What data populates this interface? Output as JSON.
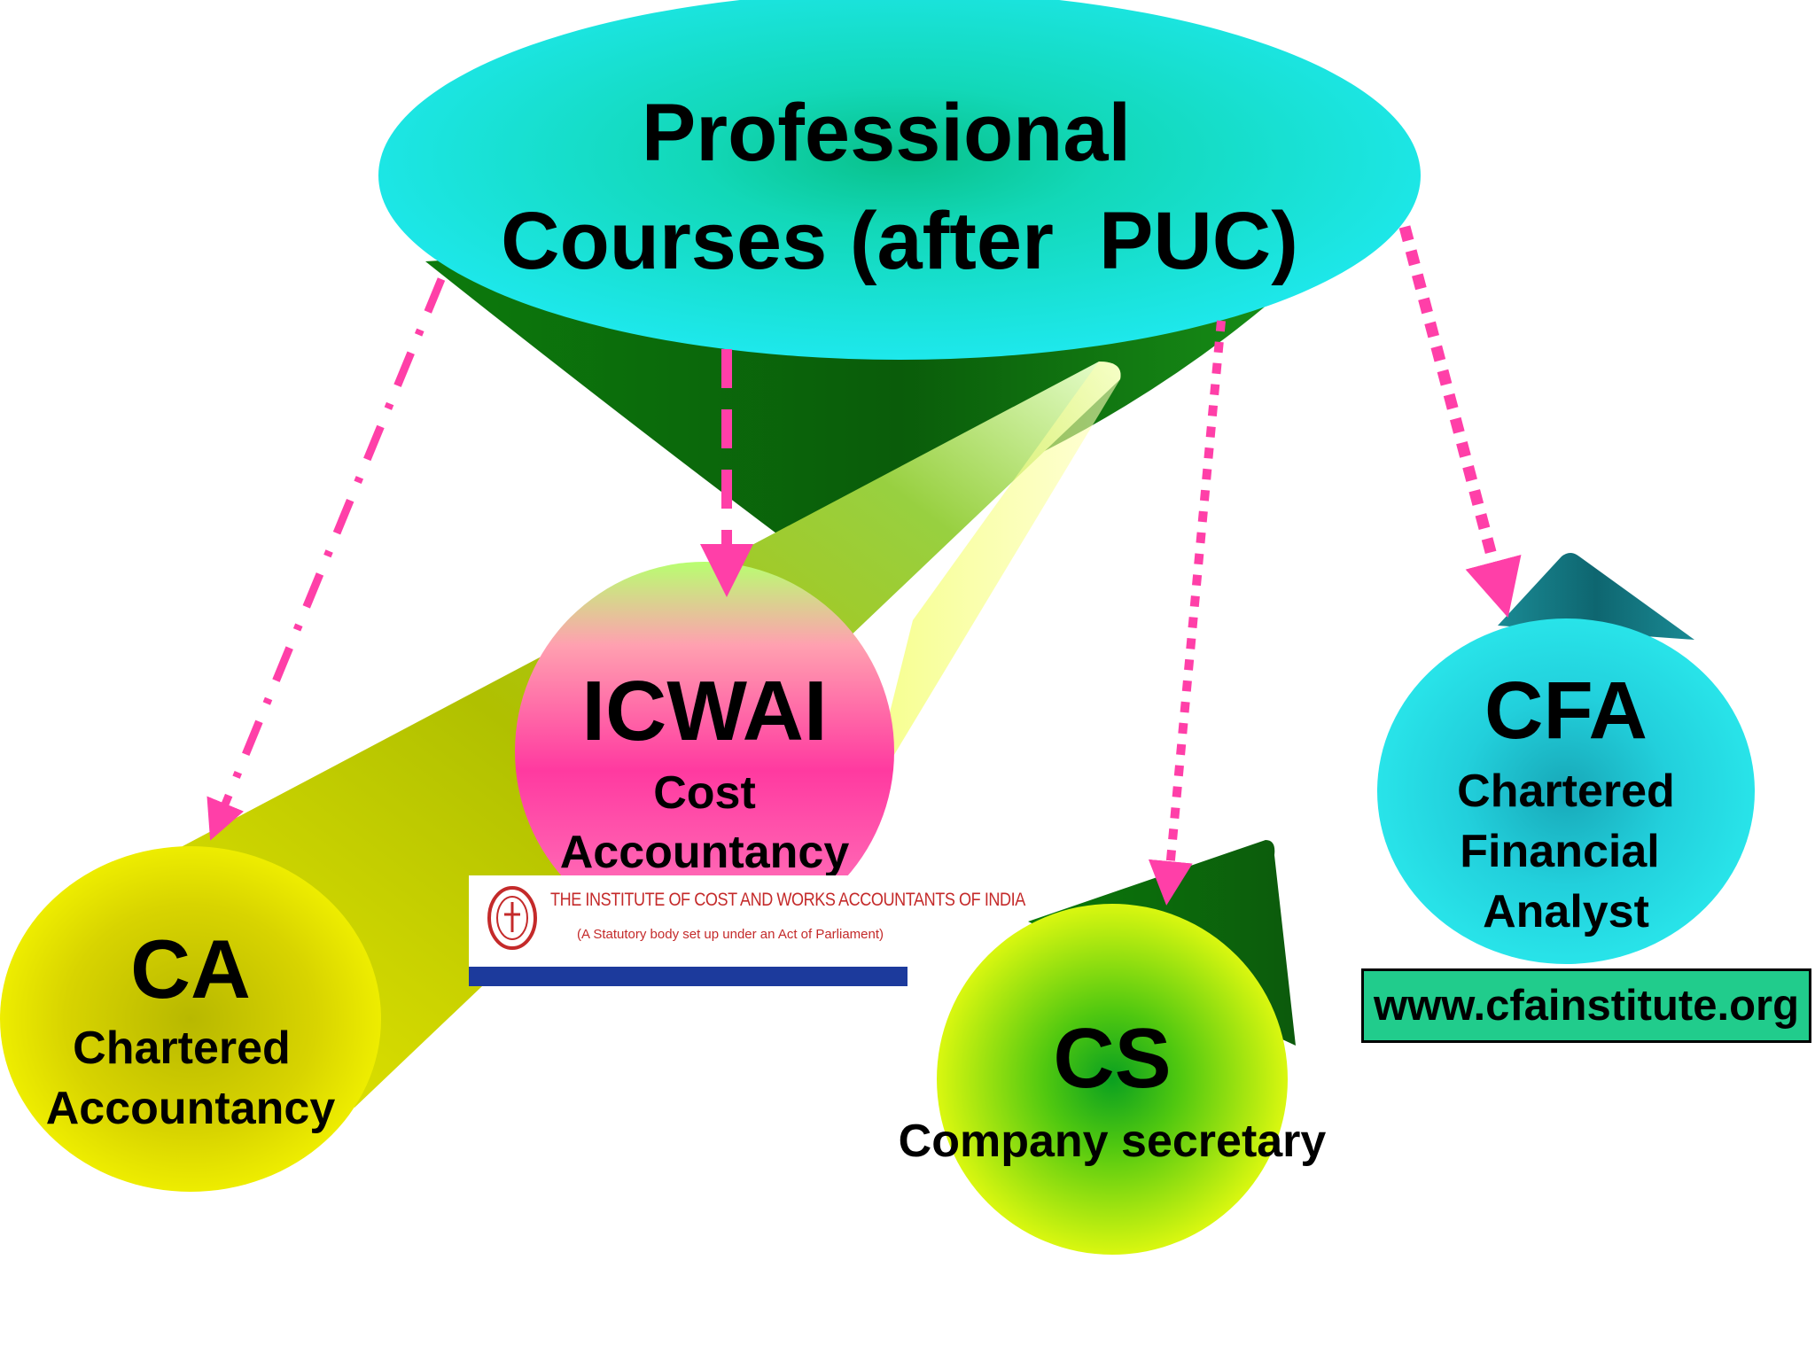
{
  "colors": {
    "arrow": "#ff3fa8",
    "central_fill": "#17e0d8",
    "cone_green": "#0a8a0a",
    "ca_fill": "#dcdc00",
    "icwai_fill": "#ff3fa0",
    "cs_fill": "#e8ff10",
    "cfa_fill": "#24e0e4",
    "url_fill": "#21cc8c"
  },
  "title": {
    "line1": "Professional",
    "line2": "Courses (after  PUC)"
  },
  "nodes": {
    "ca": {
      "abbr": "CA",
      "line1": "Chartered",
      "line2": "Accountancy"
    },
    "icwai": {
      "abbr": "ICWAI",
      "line1": "Cost",
      "line2": "Accountancy"
    },
    "cs": {
      "abbr": "CS",
      "line1": "Company secretary"
    },
    "cfa": {
      "abbr": "CFA",
      "line1": "Chartered",
      "line2": "Financial",
      "line3": "Analyst"
    }
  },
  "icwai_logo": {
    "name": "THE INSTITUTE OF COST AND WORKS ACCOUNTANTS OF INDIA",
    "subtitle": "(A Statutory body set up under an Act of Parliament)"
  },
  "cfa_url": "www.cfainstitute.org"
}
